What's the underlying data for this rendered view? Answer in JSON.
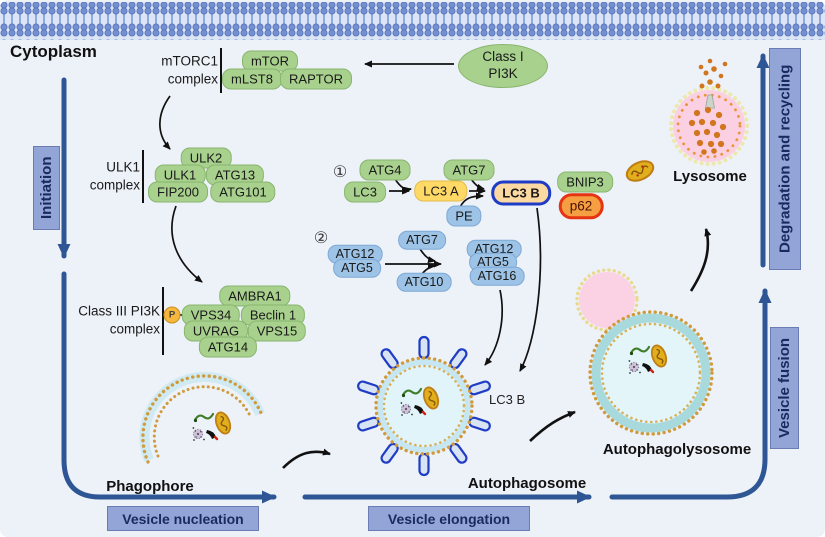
{
  "labels": {
    "cytoplasm": "Cytoplasm",
    "phagophore": "Phagophore",
    "autophagosome": "Autophagosome",
    "autophagolysosome": "Autophagolysosome",
    "lysosome": "Lysosome",
    "lc3b_annotation": "LC3 B"
  },
  "stages": {
    "initiation": "Initiation",
    "vesicle_nucleation": "Vesicle nucleation",
    "vesicle_elongation": "Vesicle elongation",
    "vesicle_fusion": "Vesicle fusion",
    "degradation_recycling": "Degradation and recycling"
  },
  "complexes": {
    "mtorc1": {
      "name_line1": "mTORC1",
      "name_line2": "complex",
      "members": [
        "mTOR",
        "mLST8",
        "RAPTOR"
      ]
    },
    "ulk1": {
      "name_line1": "ULK1",
      "name_line2": "complex",
      "members": [
        "ULK2",
        "ULK1",
        "ATG13",
        "FIP200",
        "ATG101"
      ]
    },
    "class3_pi3k": {
      "name_line1": "Class III PI3K",
      "name_line2": "complex",
      "phospho": "P",
      "members": [
        "AMBRA1",
        "VPS34",
        "Beclin 1",
        "UVRAG",
        "VPS15",
        "ATG14"
      ]
    },
    "class1_pi3k": {
      "line1": "Class I",
      "line2": "PI3K"
    }
  },
  "conjugation": {
    "step1_marker": "①",
    "step1": {
      "atg4": "ATG4",
      "lc3": "LC3",
      "lc3a": "LC3 A",
      "atg7": "ATG7",
      "pe": "PE",
      "lc3b": "LC3 B"
    },
    "step2_marker": "②",
    "step2": {
      "atg12": "ATG12",
      "atg5": "ATG5",
      "atg7": "ATG7",
      "atg10": "ATG10",
      "result": [
        "ATG12",
        "ATG5",
        "ATG16"
      ]
    }
  },
  "receptors": {
    "bnip3": "BNIP3",
    "p62": "p62"
  },
  "colors": {
    "background": "#edf1f8",
    "membrane_bead_blue": "#7490d0",
    "green_pill": "#a9d18e",
    "blue_pill": "#9dc3e6",
    "yellow_pill": "#ffd966",
    "lc3b_fill": "#fcd9a0",
    "lc3b_border": "#1f3cc4",
    "p62_fill": "#f59e42",
    "p62_border": "#e63312",
    "stage_box": "#93a4d7",
    "stage_text": "#182b5e",
    "arrow_blue": "#2e5694",
    "arrow_black": "#111111",
    "vesicle_bead": "#cf9b3c",
    "lysosome_pink": "#fbd0e2",
    "mitochondrion_yellow": "#e2af1c"
  }
}
